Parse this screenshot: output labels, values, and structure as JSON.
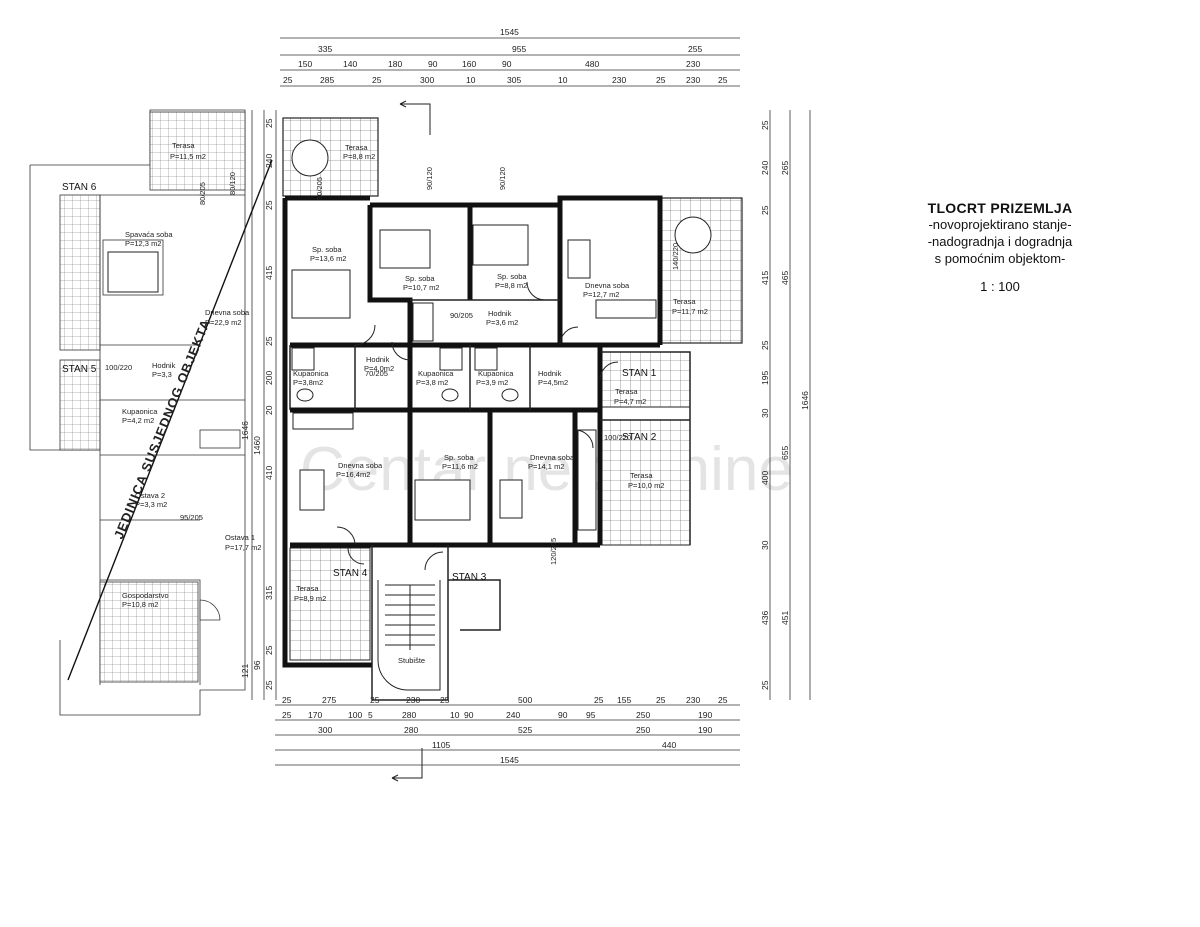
{
  "title": {
    "heading": "TLOCRT PRIZEMLJA",
    "lines": [
      "-novoprojektirano stanje-",
      "-nadogradnja i dogradnja",
      "s pomoćnim objektom-"
    ],
    "scale": "1 : 100"
  },
  "watermark": "Centar nekretnine",
  "neighbor_label": "JEDINICA SUSJEDNOG OBJEKTA",
  "units": [
    "STAN 1",
    "STAN 2",
    "STAN 3",
    "STAN 4",
    "STAN 5",
    "STAN 6"
  ],
  "stairs_label": "Stubište",
  "rooms": [
    {
      "name": "Terasa",
      "area": "P=8,8 m2"
    },
    {
      "name": "Sp. soba",
      "area": "P=13,6 m2"
    },
    {
      "name": "Sp. soba",
      "area": "P=10,7 m2"
    },
    {
      "name": "Sp. soba",
      "area": "P=8,8 m2"
    },
    {
      "name": "Dnevna soba",
      "area": "P=12,7 m2"
    },
    {
      "name": "Terasa",
      "area": "P=11,7 m2"
    },
    {
      "name": "Hodnik",
      "area": "P=3,6 m2"
    },
    {
      "name": "Hodnik",
      "area": "P=4,0m2"
    },
    {
      "name": "Kupaonica",
      "area": "P=3,8m2"
    },
    {
      "name": "Kupaonica",
      "area": "P=3,8 m2"
    },
    {
      "name": "Kupaonica",
      "area": "P=3,9 m2"
    },
    {
      "name": "Hodnik",
      "area": "P=4,5m2"
    },
    {
      "name": "Terasa",
      "area": "P=4,7 m2"
    },
    {
      "name": "Dnevna soba",
      "area": "P=16,4m2"
    },
    {
      "name": "Sp. soba",
      "area": "P=11,6 m2"
    },
    {
      "name": "Dnevna soba",
      "area": "P=14,1 m2"
    },
    {
      "name": "Terasa",
      "area": "P=10,0 m2"
    },
    {
      "name": "Terasa",
      "area": "P=8,9 m2"
    },
    {
      "name": "Terasa",
      "area": "P=11,5 m2"
    },
    {
      "name": "Spavaća soba",
      "area": "P=12,3 m2"
    },
    {
      "name": "Dnevna soba",
      "area": "P=22,9 m2"
    },
    {
      "name": "Hodnik",
      "area": "P=3,3"
    },
    {
      "name": "Kupaonica",
      "area": "P=4,2 m2"
    },
    {
      "name": "Ostava 2",
      "area": "P=3,3 m2"
    },
    {
      "name": "Ostava 1",
      "area": "P=17,7 m2"
    },
    {
      "name": "Gospodarstvo",
      "area": "P=10,8 m2"
    }
  ],
  "doors": [
    "90/205",
    "90/120",
    "80/205",
    "100/220",
    "70/205",
    "140/220",
    "80/120",
    "95/205",
    "100/220",
    "120/205"
  ],
  "dims_top": {
    "row1": [
      "1545"
    ],
    "row2": [
      "335",
      "955",
      "255"
    ],
    "row3": [
      "150",
      "140",
      "180",
      "90",
      "160",
      "90",
      "480",
      "230"
    ],
    "row4": [
      "25",
      "285",
      "25",
      "300",
      "10",
      "305",
      "10",
      "230",
      "25",
      "230",
      "25"
    ]
  },
  "dims_bottom": {
    "row1": [
      "25",
      "275",
      "25",
      "230",
      "25",
      "500",
      "25",
      "155",
      "25",
      "230",
      "25"
    ],
    "row2": [
      "25",
      "170",
      "100",
      "5",
      "280",
      "10",
      "90",
      "240",
      "90",
      "95",
      "250",
      "190"
    ],
    "row3": [
      "300",
      "280",
      "525",
      "250",
      "190"
    ],
    "row4": [
      "1105",
      "440"
    ],
    "row5": [
      "1545"
    ]
  },
  "dims_right": [
    "25",
    "240",
    "265",
    "25",
    "415",
    "465",
    "25",
    "195",
    "30",
    "655",
    "400",
    "1646",
    "30",
    "436",
    "451",
    "25"
  ],
  "dims_left": [
    "25",
    "240",
    "25",
    "415",
    "25",
    "200",
    "20",
    "1646",
    "1460",
    "410",
    "315",
    "25",
    "121",
    "96",
    "25"
  ]
}
